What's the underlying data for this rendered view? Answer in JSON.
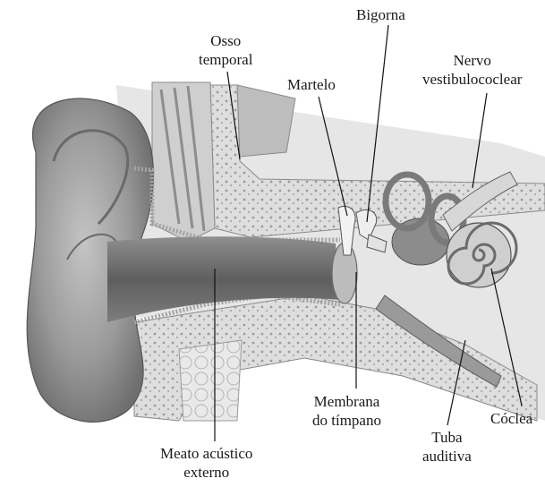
{
  "labels": {
    "bigorna": "Bigorna",
    "osso_temporal": [
      "Osso",
      "temporal"
    ],
    "nervo": [
      "Nervo",
      "vestibulococlear"
    ],
    "martelo": "Martelo",
    "membrana": [
      "Membrana",
      "do tímpano"
    ],
    "coclea": "Cóclea",
    "tuba": [
      "Tuba",
      "auditiva"
    ],
    "meato": [
      "Meato acústico",
      "externo"
    ]
  },
  "colors": {
    "background": "#ffffff",
    "label_text": "#1a1a1a",
    "leader_line": "#111111",
    "bone": "#d9d9d9",
    "skin": "#9a9a9a",
    "canal": "#6e6e6e"
  }
}
